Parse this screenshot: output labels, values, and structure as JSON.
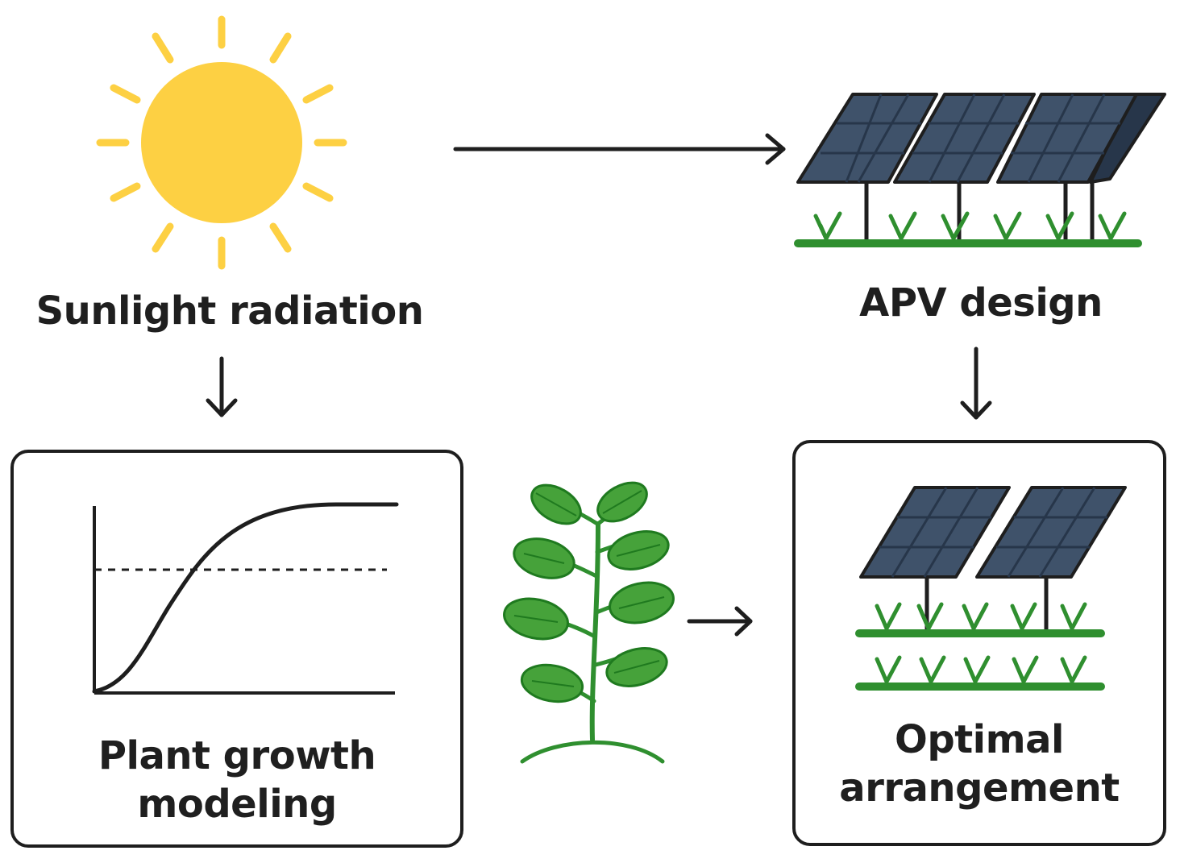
{
  "nodes": {
    "sunlight": {
      "label": "Sunlight radiation"
    },
    "apv": {
      "label": "APV design"
    },
    "plant_growth": {
      "line1": "Plant growth",
      "line2": "modeling"
    },
    "optimal": {
      "line1": "Optimal",
      "line2": "arrangement"
    }
  },
  "colors": {
    "sun": "#fdd043",
    "panel_fill": "#3f526a",
    "panel_grid": "#27364a",
    "outline": "#1e1e1e",
    "grass": "#2f8f2f",
    "leaf": "#46a23a",
    "leaf_edge": "#1f7a1f"
  },
  "icons": [
    "sun-icon",
    "solar-array-icon",
    "growth-curve-icon",
    "plant-icon",
    "solar-arrangement-icon",
    "arrow-icon"
  ]
}
